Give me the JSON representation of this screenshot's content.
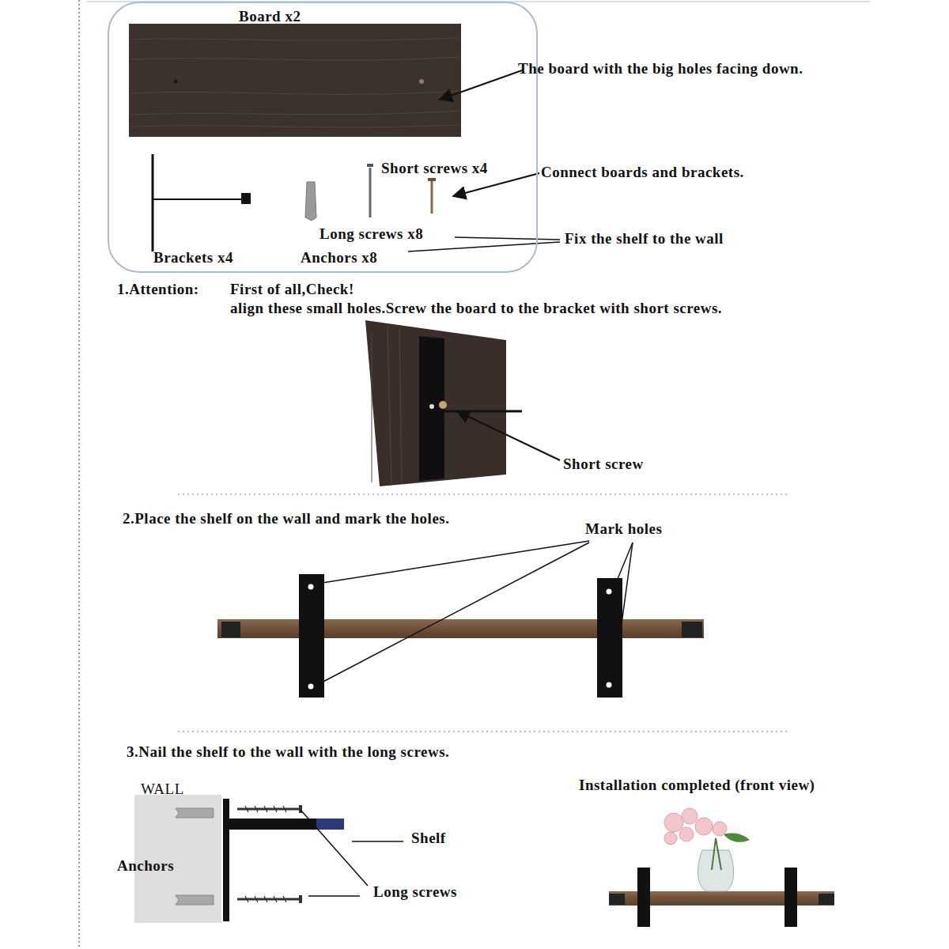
{
  "diagram": {
    "nodes": [
      {
        "text": [
          "Board x2",
          "Short screws x4",
          "Long screws x8",
          "Brackets x4",
          "Anchors x8"
        ]
      }
    ],
    "labels": [
      "The board with the big holes facing down.",
      "Connect boards and brackets.",
      "Fix the shelf to the wall",
      "1.Attention:",
      "First of all,Check!",
      "align these small holes.Screw the board to the bracket with short screws.",
      "Short screw",
      "2.Place the shelf on the wall and mark the holes.",
      "Mark holes",
      "3.Nail the shelf to the wall with the long screws.",
      "WALL",
      "Anchors",
      "Shelf",
      "Long screws",
      "Installation completed (front view)"
    ]
  }
}
